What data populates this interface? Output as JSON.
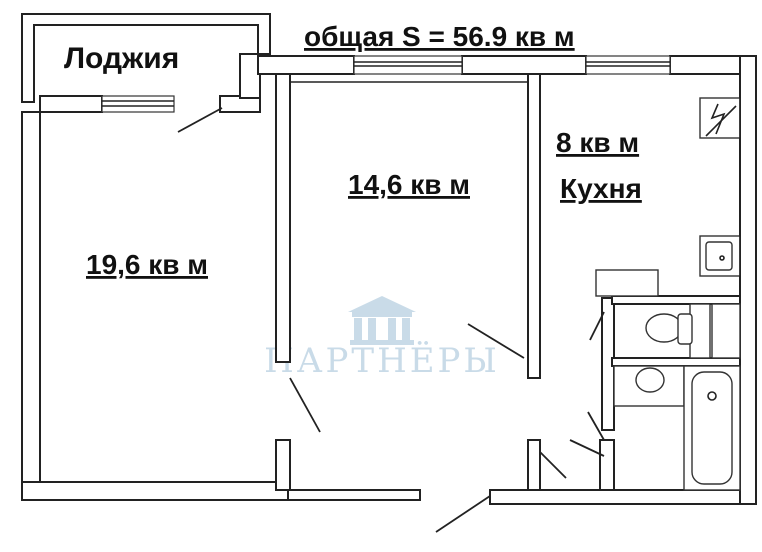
{
  "plan": {
    "total_area": "общая S = 56.9 кв м",
    "rooms": {
      "loggia": {
        "name": "Лоджия"
      },
      "room_large": {
        "area": "19,6 кв м"
      },
      "room_middle": {
        "area": "14,6 кв м"
      },
      "kitchen": {
        "area": "8 кв м",
        "name": "Кухня"
      }
    },
    "watermark": {
      "text": "ПАРТНЁРЫ"
    },
    "colors": {
      "wall": "#222222",
      "watermark": "#c9dbe8",
      "background": "#ffffff"
    }
  }
}
